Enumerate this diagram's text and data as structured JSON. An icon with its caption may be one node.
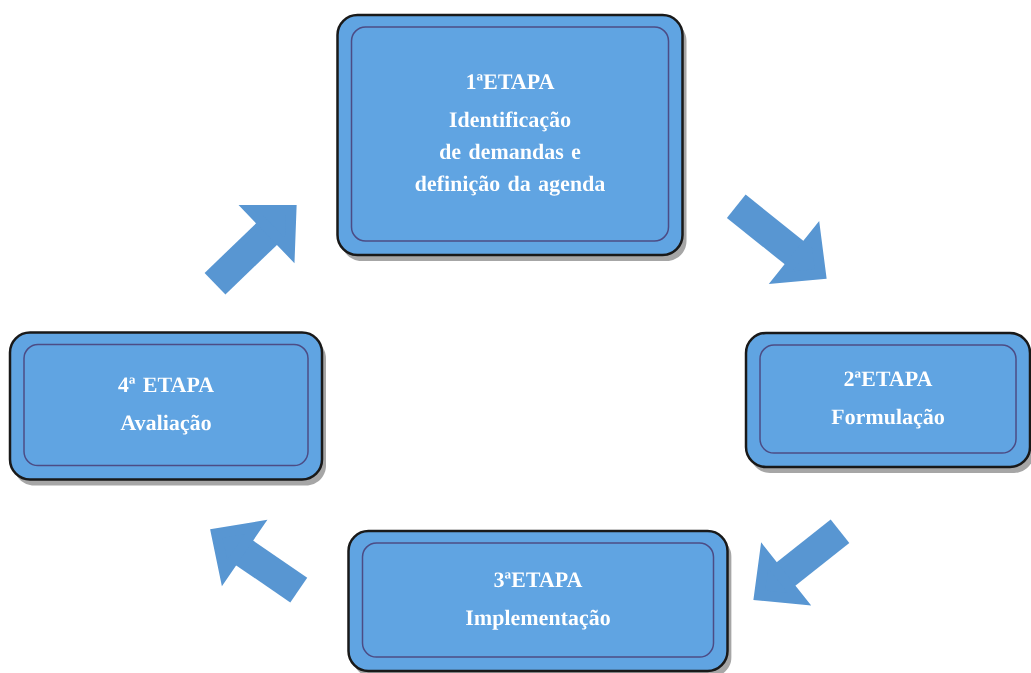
{
  "diagram": {
    "nodes": [
      {
        "text": [
          "1ªETAPA",
          "Identificação de demandas e definição da agenda"
        ]
      },
      {
        "text": [
          "2ªETAPA",
          "Formulação"
        ]
      },
      {
        "text": [
          "3ªETAPA",
          "Implementação"
        ]
      },
      {
        "text": [
          "4ª ETAPA",
          "Avaliação"
        ]
      }
    ],
    "edges": [
      {
        "from": 0,
        "to": 1,
        "arrow": "to"
      },
      {
        "from": 1,
        "to": 2,
        "arrow": "to"
      },
      {
        "from": 2,
        "to": 3,
        "arrow": "to"
      },
      {
        "from": 3,
        "to": 0,
        "arrow": "to"
      }
    ]
  }
}
